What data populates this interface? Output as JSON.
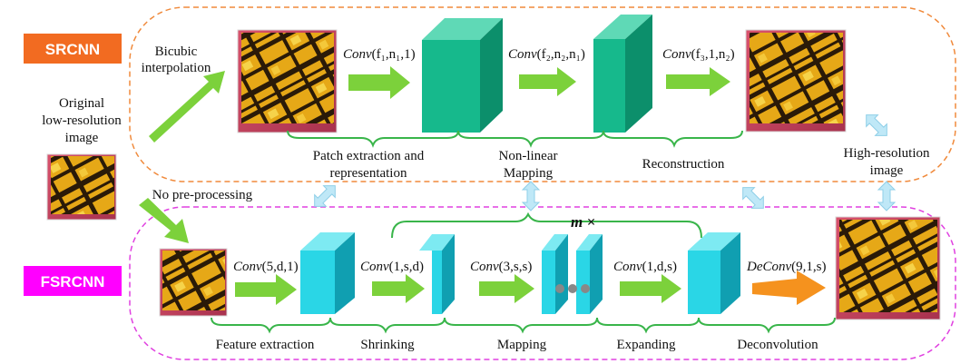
{
  "colors": {
    "srcnn_badge": "#f26b21",
    "fsrcnn_badge": "#ff00ff",
    "srcnn_border": "#f08a3c",
    "fsrcnn_border": "#e040e0",
    "green_arrow": "#7cd13b",
    "orange_arrow": "#f5921e",
    "srcnn_cube_front": "#16b98c",
    "srcnn_cube_top": "#5fd9b6",
    "srcnn_cube_side": "#0c8f6b",
    "fsrcnn_cube_front": "#2ad6e6",
    "fsrcnn_cube_top": "#7deaf2",
    "fsrcnn_cube_side": "#109fb1",
    "double_arrow": "#bfe8f7",
    "brace": "#39b54a"
  },
  "srcnn": {
    "badge": "SRCNN",
    "bicubic": [
      "Bicubic",
      "interpolation"
    ],
    "conv1": {
      "name": "Conv",
      "args": "(f₁,n₁,1)"
    },
    "conv2": {
      "name": "Conv",
      "args": "(f₂,n₂,n₁)"
    },
    "conv3": {
      "name": "Conv",
      "args": "(f₃,1,n₂)"
    },
    "stage1": [
      "Patch extraction and",
      "representation"
    ],
    "stage2": [
      "Non-linear",
      "Mapping"
    ],
    "stage3": [
      "Reconstruction"
    ]
  },
  "left": {
    "original": [
      "Original",
      "low-resolution",
      "image"
    ],
    "no_pre": "No pre-processing"
  },
  "right": {
    "high_res": [
      "High-resolution",
      "image"
    ]
  },
  "fsrcnn": {
    "badge": "FSRCNN",
    "multiplier": "m ×",
    "conv1": {
      "name": "Conv",
      "args": "(5,d,1)"
    },
    "conv2": {
      "name": "Conv",
      "args": "(1,s,d)"
    },
    "conv3": {
      "name": "Conv",
      "args": "(3,s,s)"
    },
    "conv4": {
      "name": "Conv",
      "args": "(1,d,s)"
    },
    "deconv": {
      "name": "DeConv",
      "args": "(9,1,s)"
    },
    "stage1": "Feature extraction",
    "stage2": "Shrinking",
    "stage3": "Mapping",
    "stage4": "Expanding",
    "stage5": "Deconvolution"
  }
}
